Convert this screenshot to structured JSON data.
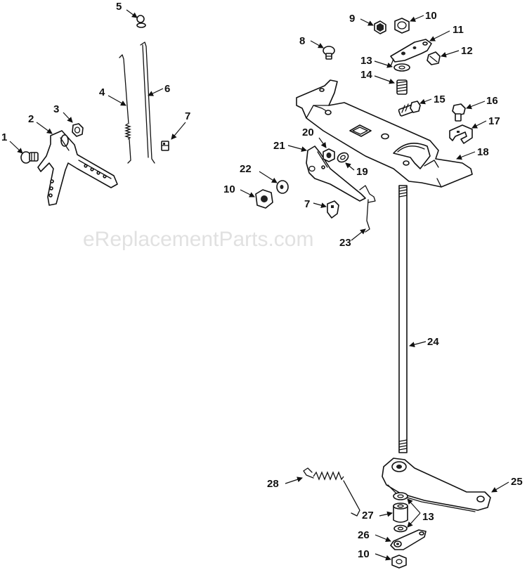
{
  "watermark": "eReplacementParts.com",
  "callouts": {
    "c1": "1",
    "c2": "2",
    "c3": "3",
    "c4": "4",
    "c5": "5",
    "c6": "6",
    "c7a": "7",
    "c7b": "7",
    "c8": "8",
    "c9": "9",
    "c10a": "10",
    "c10b": "10",
    "c10c": "10",
    "c11": "11",
    "c12": "12",
    "c13a": "13",
    "c13b": "13",
    "c14": "14",
    "c15": "15",
    "c16": "16",
    "c17": "17",
    "c18": "18",
    "c19": "19",
    "c20": "20",
    "c21": "21",
    "c22": "22",
    "c23": "23",
    "c24": "24",
    "c25": "25",
    "c26": "26",
    "c27": "27",
    "c28": "28"
  }
}
